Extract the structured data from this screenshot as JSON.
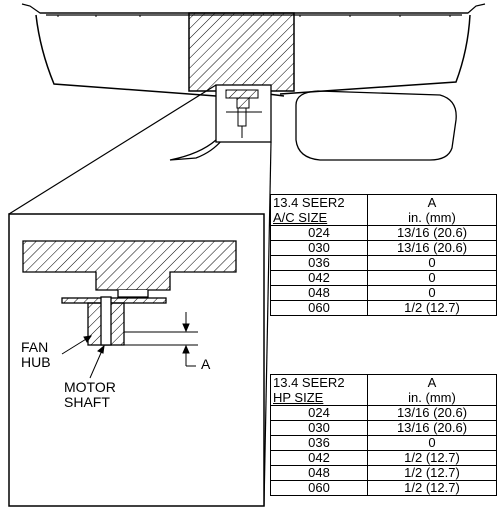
{
  "labels": {
    "fan_hub_line1": "FAN",
    "fan_hub_line2": "HUB",
    "motor_shaft_line1": "MOTOR",
    "motor_shaft_line2": "SHAFT",
    "dimension_a": "A"
  },
  "ac_table": {
    "header_line1": "13.4 SEER2",
    "header_line2": "A/C SIZE",
    "col_line1": "A",
    "col_line2": "in. (mm)",
    "rows": [
      {
        "size": "024",
        "a": "13/16 (20.6)"
      },
      {
        "size": "030",
        "a": "13/16 (20.6)"
      },
      {
        "size": "036",
        "a": "0"
      },
      {
        "size": "042",
        "a": "0"
      },
      {
        "size": "048",
        "a": "0"
      },
      {
        "size": "060",
        "a": "1/2 (12.7)"
      }
    ]
  },
  "hp_table": {
    "header_line1": "13.4 SEER2",
    "header_line2": "HP SIZE",
    "col_line1": "A",
    "col_line2": "in. (mm)",
    "rows": [
      {
        "size": "024",
        "a": "13/16 (20.6)"
      },
      {
        "size": "030",
        "a": "13/16 (20.6)"
      },
      {
        "size": "036",
        "a": "0"
      },
      {
        "size": "042",
        "a": "1/2 (12.7)"
      },
      {
        "size": "048",
        "a": "1/2 (12.7)"
      },
      {
        "size": "060",
        "a": "1/2 (12.7)"
      }
    ]
  }
}
